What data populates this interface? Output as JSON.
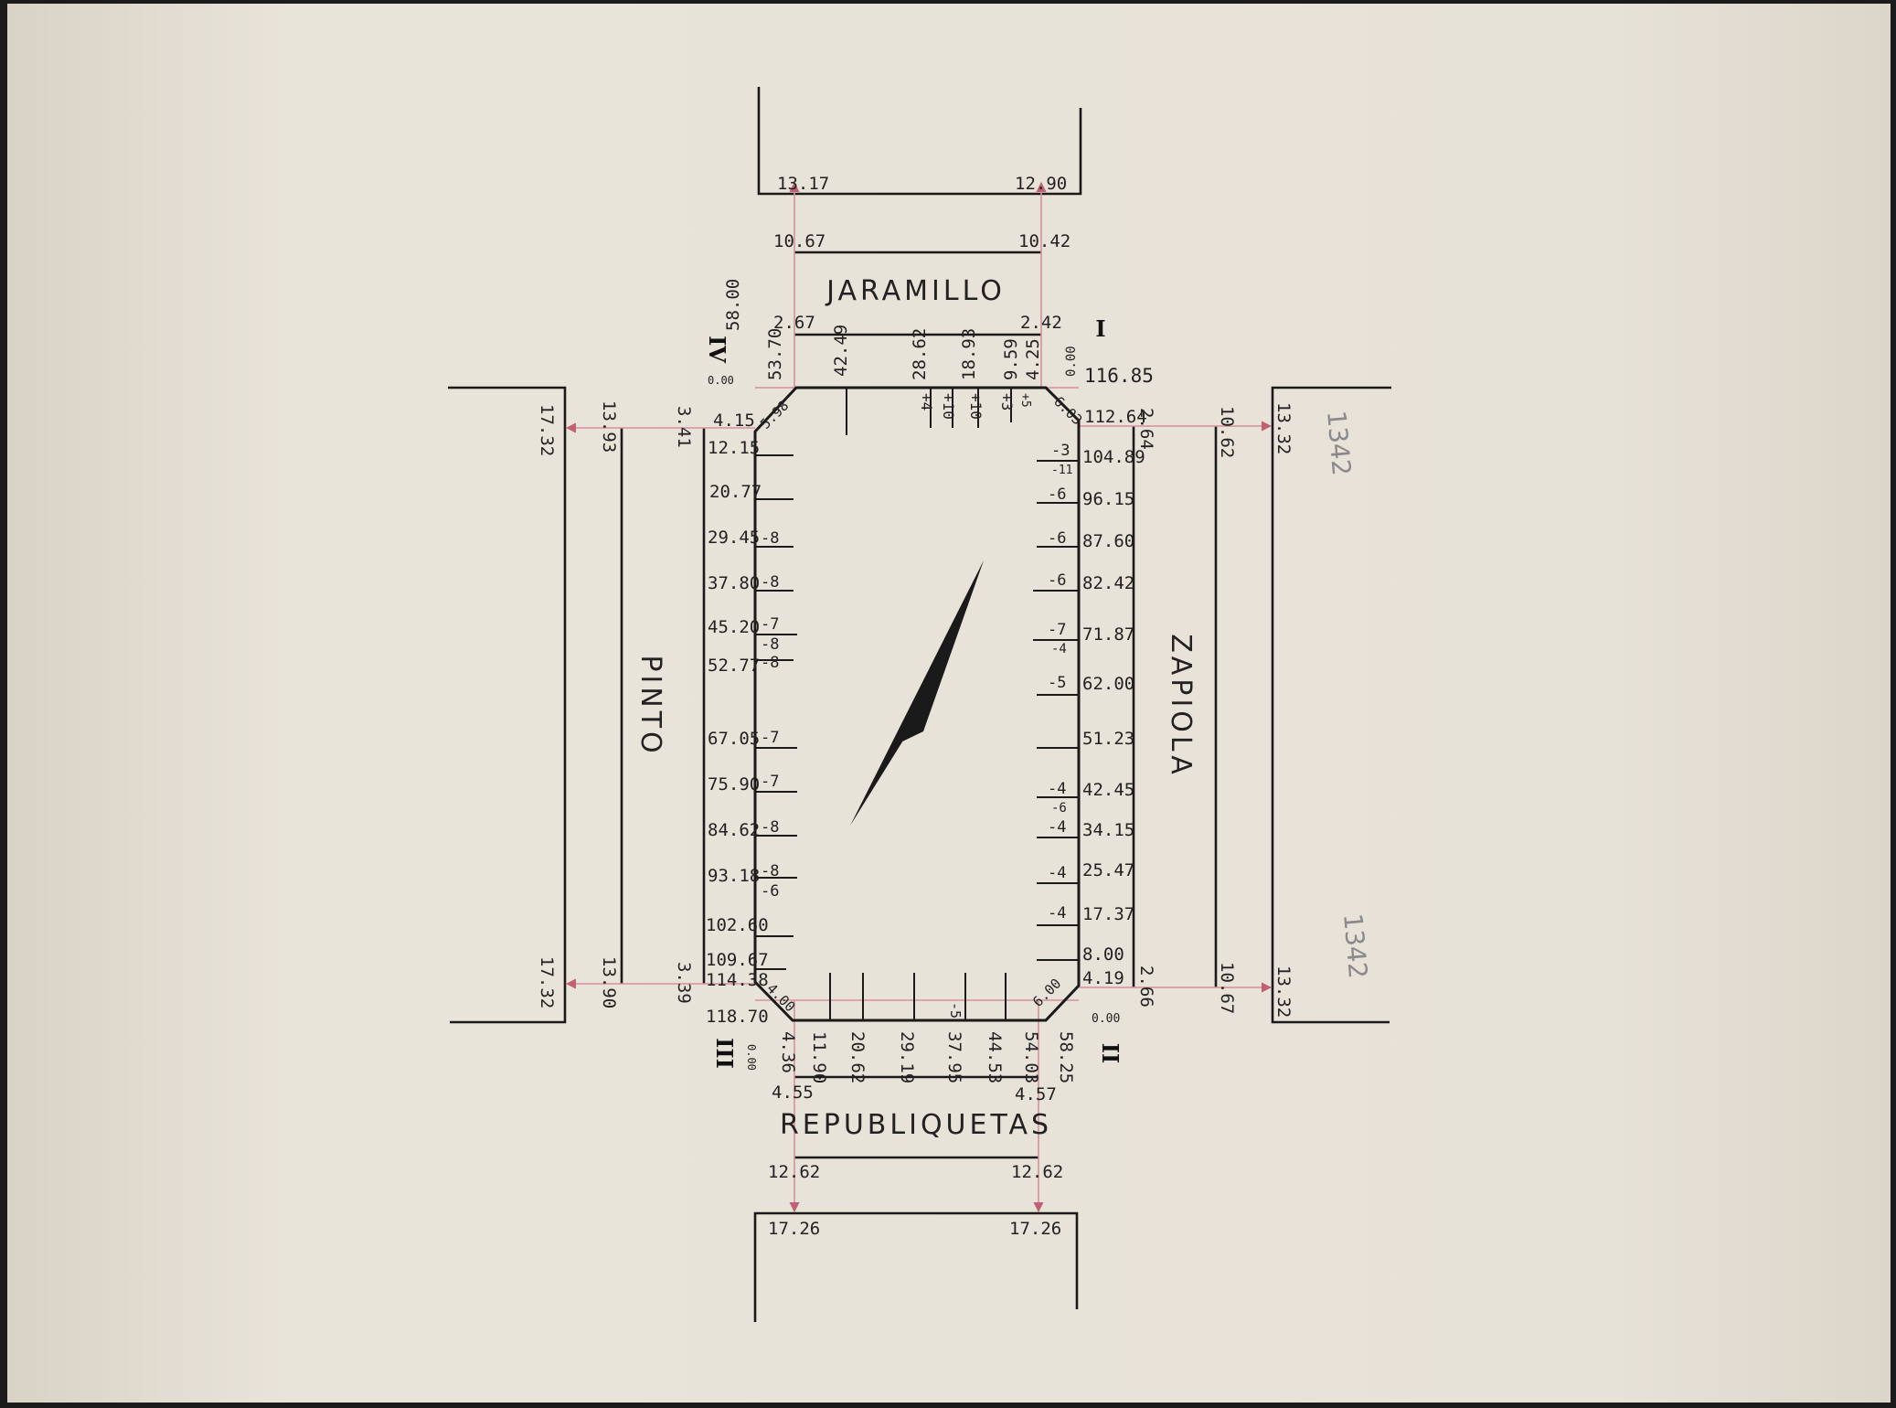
{
  "streets": {
    "north": "JARAMILLO",
    "south": "REPUBLIQUETAS",
    "west": "PINTO",
    "east": "ZAPIOLA"
  },
  "corners": {
    "ne": "I",
    "se": "II",
    "sw": "III",
    "nw": "IV"
  },
  "north_labels": {
    "outer_left": "13.17",
    "outer_right": "12.90",
    "line_left": "10.67",
    "line_right": "10.42",
    "inner_left": "2.67",
    "inner_right": "2.42"
  },
  "south_labels": {
    "inner_left": "4.55",
    "inner_right": "4.57",
    "line_left": "12.62",
    "line_right": "12.62",
    "outer_left": "17.26",
    "outer_right": "17.26"
  },
  "west_labels": {
    "outer_top": "17.32",
    "outer_bottom": "17.32",
    "line_top": "13.93",
    "line_bottom": "13.90",
    "inner_top": "3.41",
    "inner_bottom": "3.39"
  },
  "east_labels": {
    "inner_top": "2.64",
    "inner_bottom": "2.66",
    "line_top": "10.62",
    "line_bottom": "10.67",
    "outer_top": "13.32",
    "outer_bottom": "13.32"
  },
  "block_top": {
    "marks": [
      "58.00",
      "53.70",
      "42.49",
      "28.62",
      "18.93",
      "9.59",
      "4.25",
      "0.00"
    ],
    "offsets": [
      "+4",
      "+10",
      "+10",
      "+3",
      "+5"
    ],
    "corner_nw": "5.98",
    "corner_ne": "6.03",
    "zero_nw": "0.00",
    "ne_total": "116.85"
  },
  "block_left": {
    "marks": [
      "4.15",
      "12.15",
      "20.77",
      "29.45",
      "37.80",
      "45.20",
      "52.77",
      "67.05",
      "75.90",
      "84.62",
      "93.18",
      "102.60",
      "109.67",
      "114.38",
      "118.70"
    ],
    "offsets": [
      "-8",
      "-8",
      "-7",
      "-8",
      "-8",
      "-7",
      "-7",
      "-8",
      "-8",
      "-6"
    ]
  },
  "block_right": {
    "marks": [
      "112.64",
      "104.89",
      "96.15",
      "87.60",
      "82.42",
      "71.87",
      "62.00",
      "51.23",
      "42.45",
      "34.15",
      "25.47",
      "17.37",
      "8.00",
      "4.19",
      "0.00"
    ],
    "offsets": [
      "-3",
      "-11",
      "-6",
      "-6",
      "-6",
      "-7",
      "-4",
      "-5",
      "-4",
      "-6",
      "-4",
      "-4",
      "-4"
    ]
  },
  "block_bottom": {
    "marks": [
      "4.36",
      "11.90",
      "20.62",
      "29.19",
      "37.95",
      "44.53",
      "54.03",
      "58.25"
    ],
    "offsets": [
      "-5"
    ],
    "corner_sw": "4.00",
    "corner_se": "6.00",
    "zero_sw": "0.00"
  },
  "pencil_notes": [
    "1342",
    "1342"
  ]
}
